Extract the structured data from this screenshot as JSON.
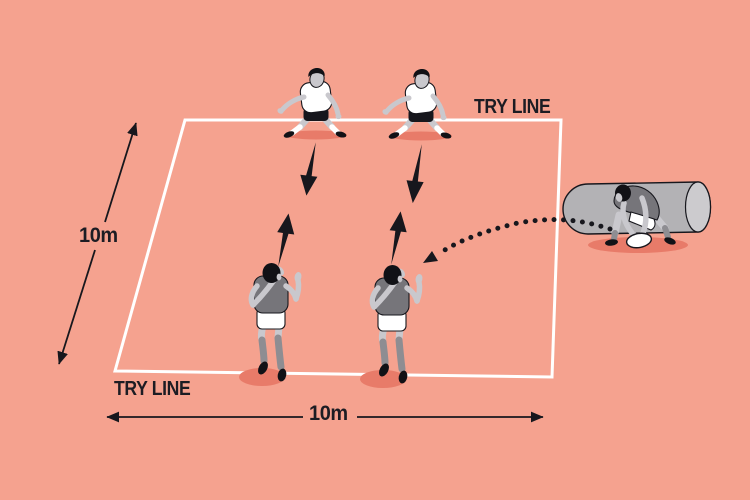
{
  "labels": {
    "try_line_top": "TRY LINE",
    "try_line_bottom": "TRY LINE",
    "depth": "10m",
    "width": "10m"
  },
  "colors": {
    "background": "#f5a28f",
    "field_line": "#ffffff",
    "ink": "#17171d",
    "label": "#1c1c23",
    "shadow": "#e87b69",
    "skin": "#c9c8cd",
    "shirt_dark": "#76757a",
    "shorts_dark": "#17171d",
    "sock_dark": "#8e8d92",
    "hair": "#111116",
    "boot": "#111116",
    "tube": "#b3b2b5",
    "tube_end": "#cccbce"
  },
  "figures": {
    "defenders": 2,
    "receivers": 2,
    "feeder": 1
  },
  "icons": {
    "defender": "player-white-kit-ready-stance",
    "receiver": "player-grey-kit-arms-raised",
    "feeder": "player-crouching-over-ball",
    "tube": "grey-cylinder-ball-tube",
    "ball": "rugby-ball",
    "movement_arrow": "solid-black-arrow",
    "pass_trajectory": "dotted-arc-arrow",
    "dimension_arrow": "thin-double-headed-arrow"
  }
}
